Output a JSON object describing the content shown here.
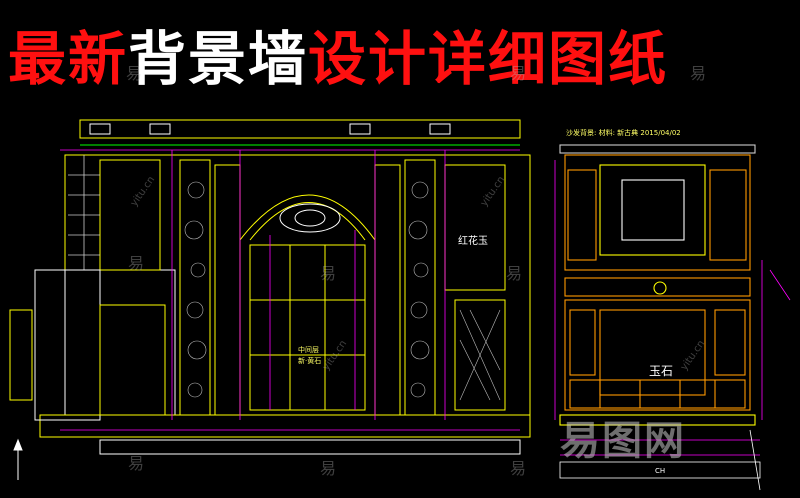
{
  "title": {
    "part1": "最新",
    "part2": "背景墙",
    "part3": "设计详细图纸"
  },
  "colors": {
    "title_red": "#ff1010",
    "title_white": "#ffffff",
    "cad_yellow": "#ffff00",
    "cad_magenta": "#ff00ff",
    "cad_orange": "#ff9900",
    "cad_cyan": "#00ffff"
  },
  "left_drawing": {
    "panel_label": "红花玉",
    "center_label_1": "中间层",
    "center_label_2": "新·黄石"
  },
  "right_drawing": {
    "header_note": "沙发背景: 材料: 新古典 2015/04/02",
    "stone_label": "玉石",
    "bottom_dim": "CH"
  },
  "watermark": {
    "logo_text": "易图网",
    "site_text": "yitu.cn",
    "char": "易"
  }
}
